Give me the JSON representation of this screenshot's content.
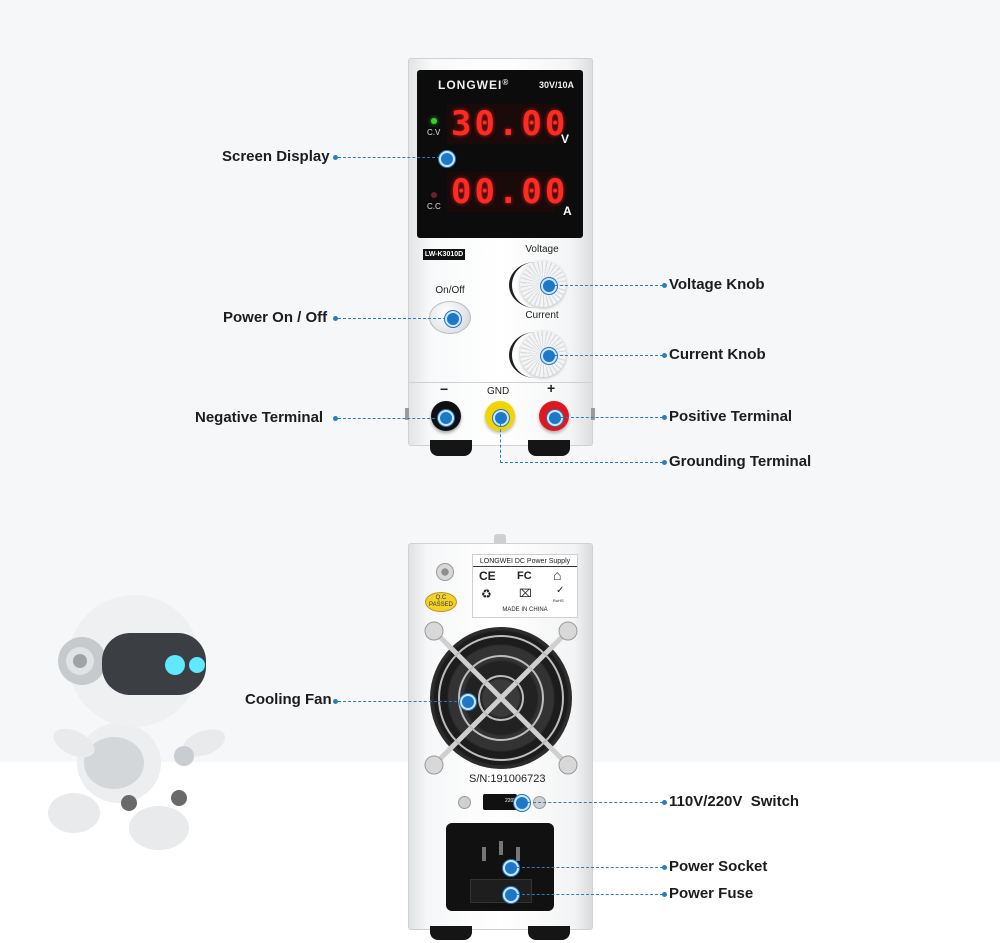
{
  "front": {
    "brand": "LONGWEI",
    "brand_mark": "®",
    "rating": "30V/10A",
    "cv_label": "C.V",
    "cc_label": "C.C",
    "voltage_reading": "30.00",
    "current_reading": "00.00",
    "voltage_unit": "V",
    "current_unit": "A",
    "model": "LW-K3010D",
    "voltage_knob_label": "Voltage",
    "current_knob_label": "Current",
    "power_label": "On/Off",
    "neg_symbol": "−",
    "gnd_label": "GND",
    "pos_symbol": "+"
  },
  "back": {
    "sticker_title": "LONGWEI DC Power Supply",
    "ce": "CE",
    "fc": "FC",
    "made_in": "MADE IN CHINA",
    "rohs": "RoHS",
    "qc_line1": "Q.C",
    "qc_line2": "PASSED",
    "serial": "S/N:191006723",
    "switch_text": "220V"
  },
  "callouts": {
    "screen_display": "Screen Display",
    "power_on_off": "Power On / Off",
    "negative_terminal": "Negative Terminal",
    "voltage_knob": "Voltage Knob",
    "current_knob": "Current Knob",
    "positive_terminal": "Positive Terminal",
    "grounding_terminal": "Grounding Terminal",
    "cooling_fan": "Cooling Fan",
    "voltage_switch": "110V/220V  Switch",
    "power_socket": "Power Socket",
    "power_fuse": "Power Fuse"
  },
  "colors": {
    "accent": "#1e78c8",
    "display_red": "#ff2a22",
    "led_green": "#39d12e"
  }
}
